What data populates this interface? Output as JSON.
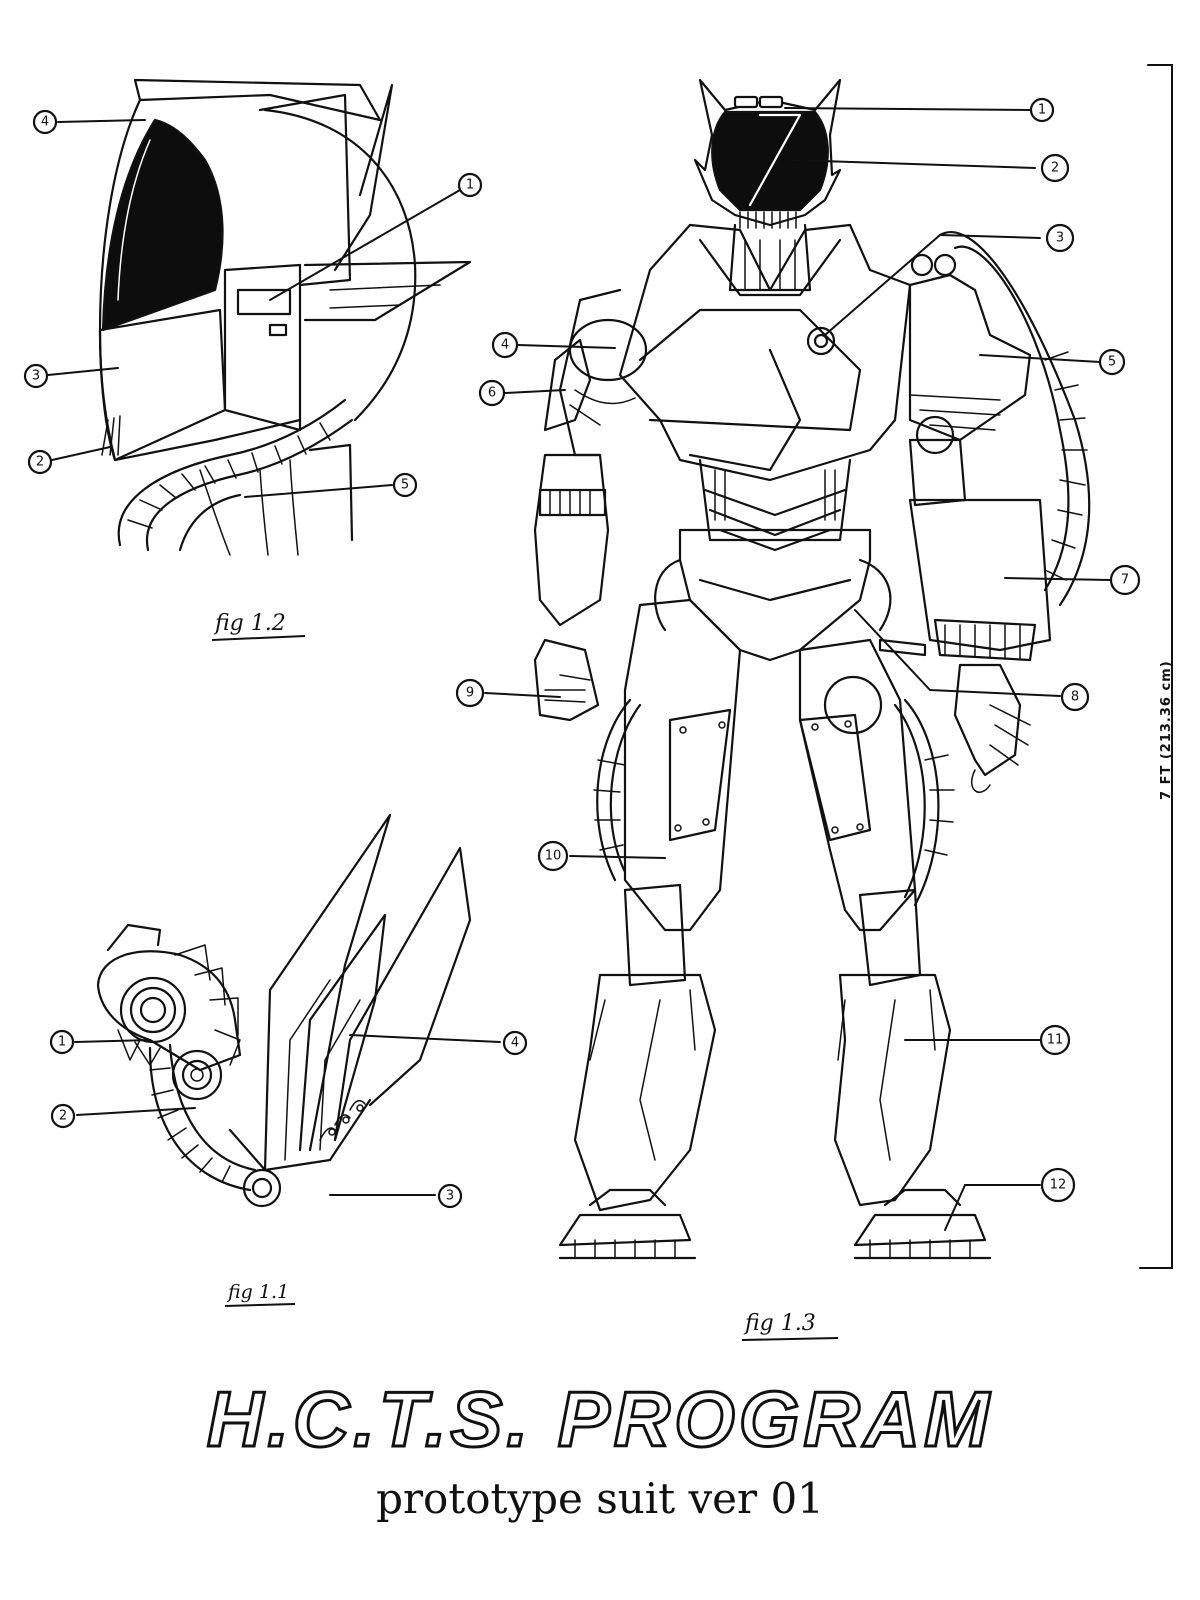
{
  "title": "H.C.T.S. PROGRAM",
  "subtitle": "prototype suit ver 01",
  "height_label": "7 FT (213.36 cm)",
  "figures": {
    "fig_1_2": {
      "caption": "fig 1.2",
      "subject": "helmet-side-view",
      "callouts": [
        "4",
        "1",
        "3",
        "2",
        "5"
      ]
    },
    "fig_1_1": {
      "caption": "fig 1.1",
      "subject": "shoulder-mechanism",
      "callouts": [
        "1",
        "2",
        "4",
        "3"
      ]
    },
    "fig_1_3": {
      "caption": "fig 1.3",
      "subject": "full-suit-front-view",
      "callouts": [
        "1",
        "2",
        "3",
        "4",
        "5",
        "6",
        "7",
        "8",
        "9",
        "10",
        "11",
        "12"
      ]
    }
  },
  "colors": {
    "ink": "#111111",
    "paper": "#ffffff"
  }
}
